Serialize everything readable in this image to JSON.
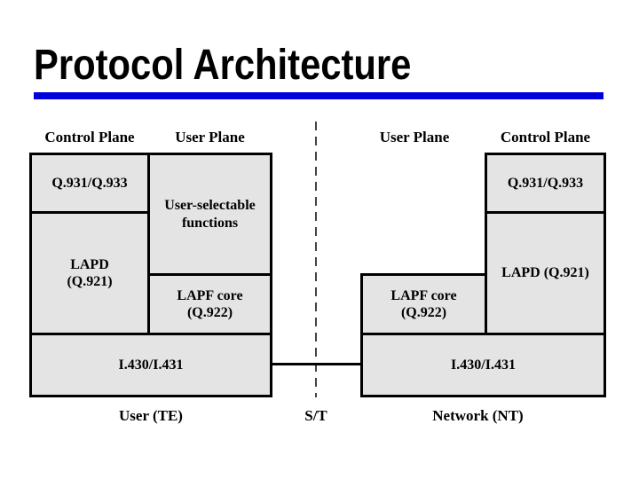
{
  "slide": {
    "title": "Protocol Architecture",
    "accent_color": "#0000dd"
  },
  "diagram": {
    "box_fill": "#e4e4e4",
    "left": {
      "header_control": "Control Plane",
      "header_user": "User Plane",
      "q931": "Q.931/Q.933",
      "lapd": "LAPD\n(Q.921)",
      "usf": "User-selectable\nfunctions",
      "lapf": "LAPF core\n(Q.922)",
      "i430": "I.430/I.431",
      "bottom": "User (TE)"
    },
    "right": {
      "header_user": "User Plane",
      "header_control": "Control Plane",
      "q931": "Q.931/Q.933",
      "lapd": "LAPD (Q.921)",
      "lapf": "LAPF core\n(Q.922)",
      "i430": "I.430/I.431",
      "bottom": "Network (NT)"
    },
    "reference_point": "S/T"
  }
}
